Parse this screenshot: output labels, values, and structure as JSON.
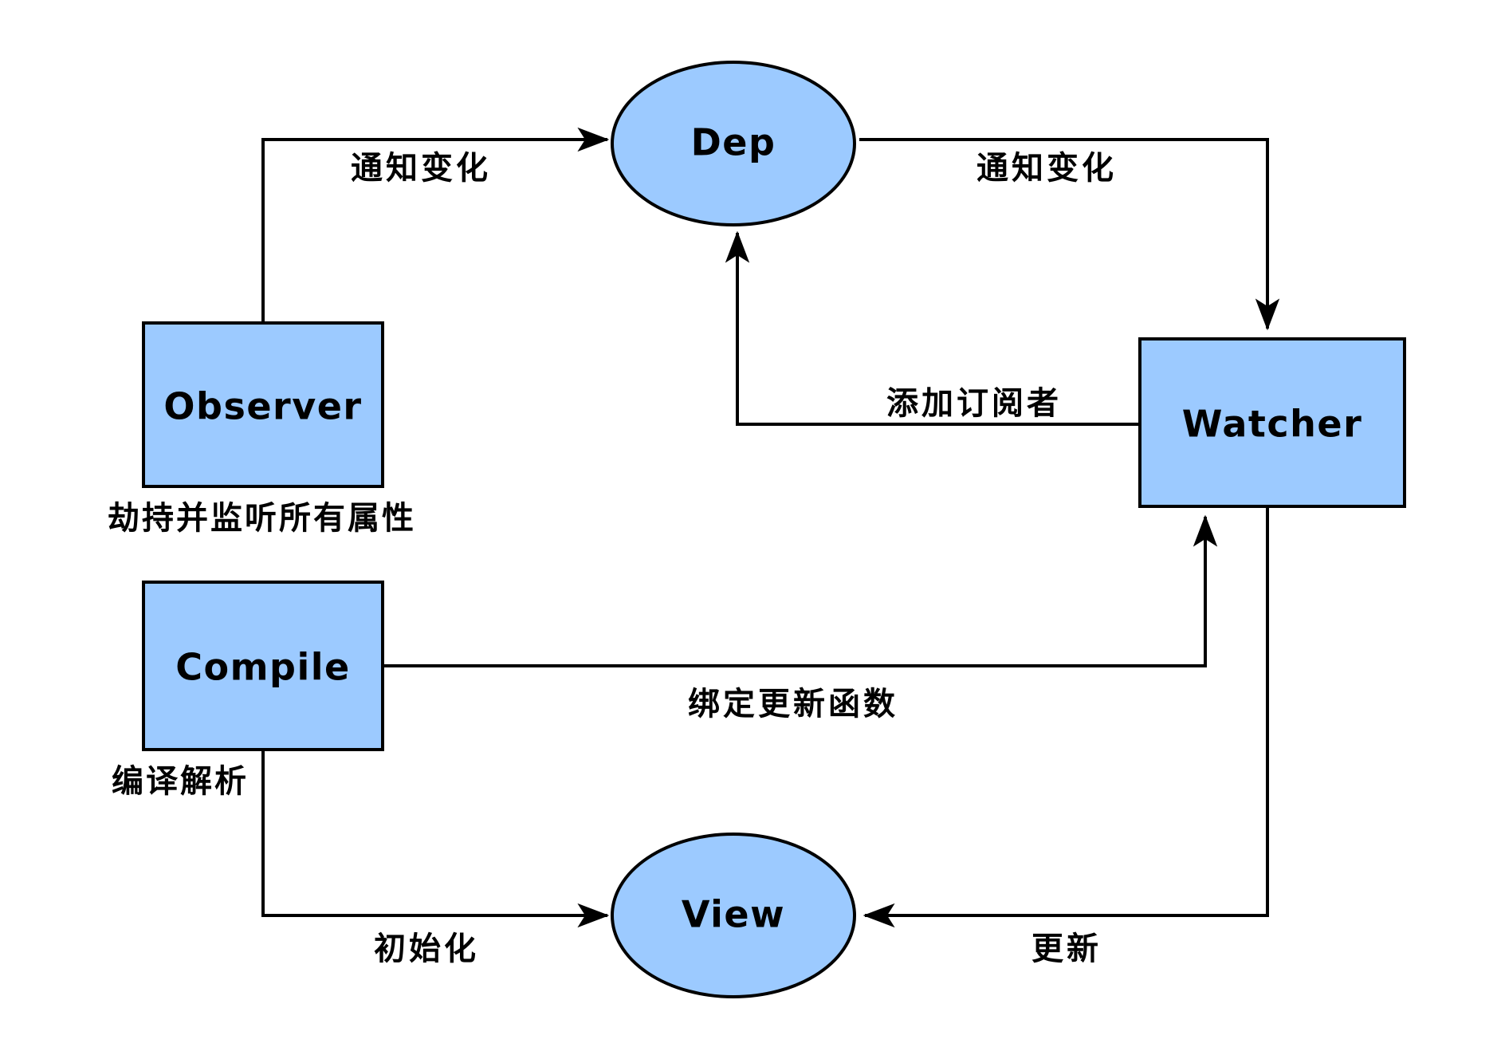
{
  "diagram": {
    "title": "Vue Reactivity Flow Diagram",
    "background_color": "#ffffff",
    "node_fill_color": "#9ccaff",
    "stroke_color": "#000000",
    "nodes": [
      {
        "id": "dep",
        "label": "Dep",
        "shape": "ellipse",
        "caption": ""
      },
      {
        "id": "observer",
        "label": "Observer",
        "shape": "rectangle",
        "caption": "劫持并监听所有属性"
      },
      {
        "id": "compile",
        "label": "Compile",
        "shape": "rectangle",
        "caption": "编译解析"
      },
      {
        "id": "watcher",
        "label": "Watcher",
        "shape": "rectangle",
        "caption": ""
      },
      {
        "id": "view",
        "label": "View",
        "shape": "ellipse",
        "caption": ""
      }
    ],
    "edges": [
      {
        "id": "observer-dep",
        "from": "observer",
        "to": "dep",
        "label": "通知变化"
      },
      {
        "id": "dep-watcher",
        "from": "dep",
        "to": "watcher",
        "label": "通知变化"
      },
      {
        "id": "watcher-dep",
        "from": "watcher",
        "to": "dep",
        "label": "添加订阅者"
      },
      {
        "id": "compile-watcher",
        "from": "compile",
        "to": "watcher",
        "label": "绑定更新函数"
      },
      {
        "id": "compile-view",
        "from": "compile",
        "to": "view",
        "label": "初始化"
      },
      {
        "id": "watcher-view",
        "from": "watcher",
        "to": "view",
        "label": "更新"
      }
    ]
  }
}
